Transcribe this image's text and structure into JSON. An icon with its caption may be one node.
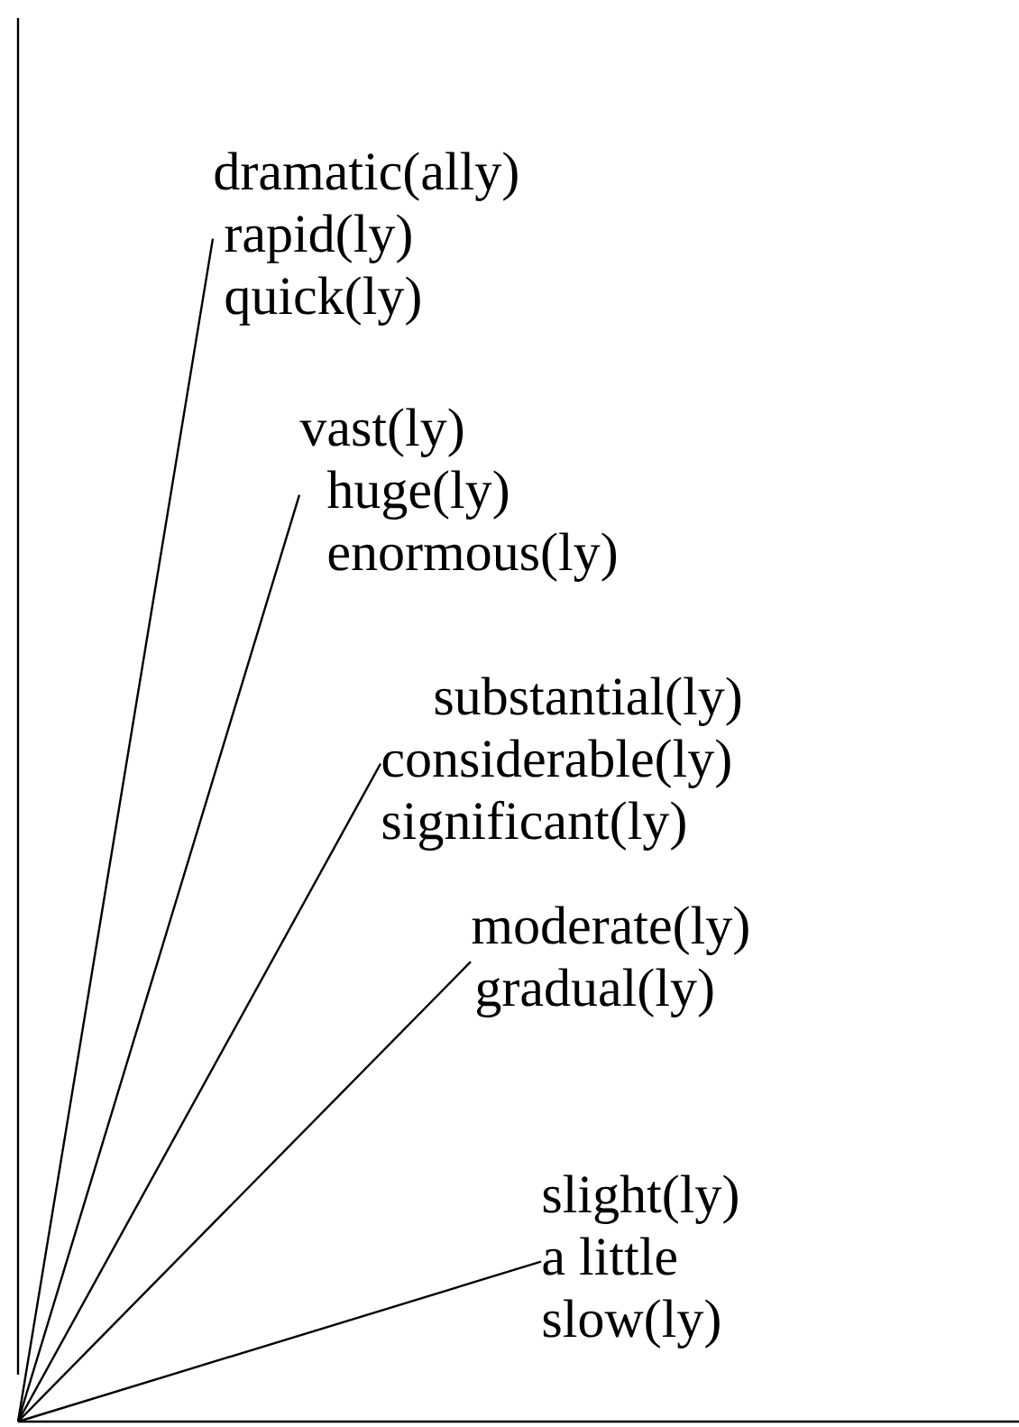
{
  "diagram": {
    "nodes": [
      {
        "text": [
          "dramatic(ally)",
          "rapid(ly)",
          "quick(ly)"
        ]
      },
      {
        "text": [
          "vast(ly)",
          "huge(ly)",
          "enormous(ly)"
        ]
      },
      {
        "text": [
          "substantial(ly)",
          "considerable(ly)",
          "significant(ly)"
        ]
      },
      {
        "text": [
          "moderate(ly)",
          "gradual(ly)"
        ]
      },
      {
        "text": [
          "slight(ly)",
          "a little",
          "slow(ly)"
        ]
      }
    ],
    "edges": [
      {
        "from": null,
        "to": 0,
        "arrow": "none"
      },
      {
        "from": null,
        "to": 1,
        "arrow": "none"
      },
      {
        "from": null,
        "to": 2,
        "arrow": "none"
      },
      {
        "from": null,
        "to": 3,
        "arrow": "none"
      },
      {
        "from": null,
        "to": 4,
        "arrow": "none"
      }
    ]
  }
}
